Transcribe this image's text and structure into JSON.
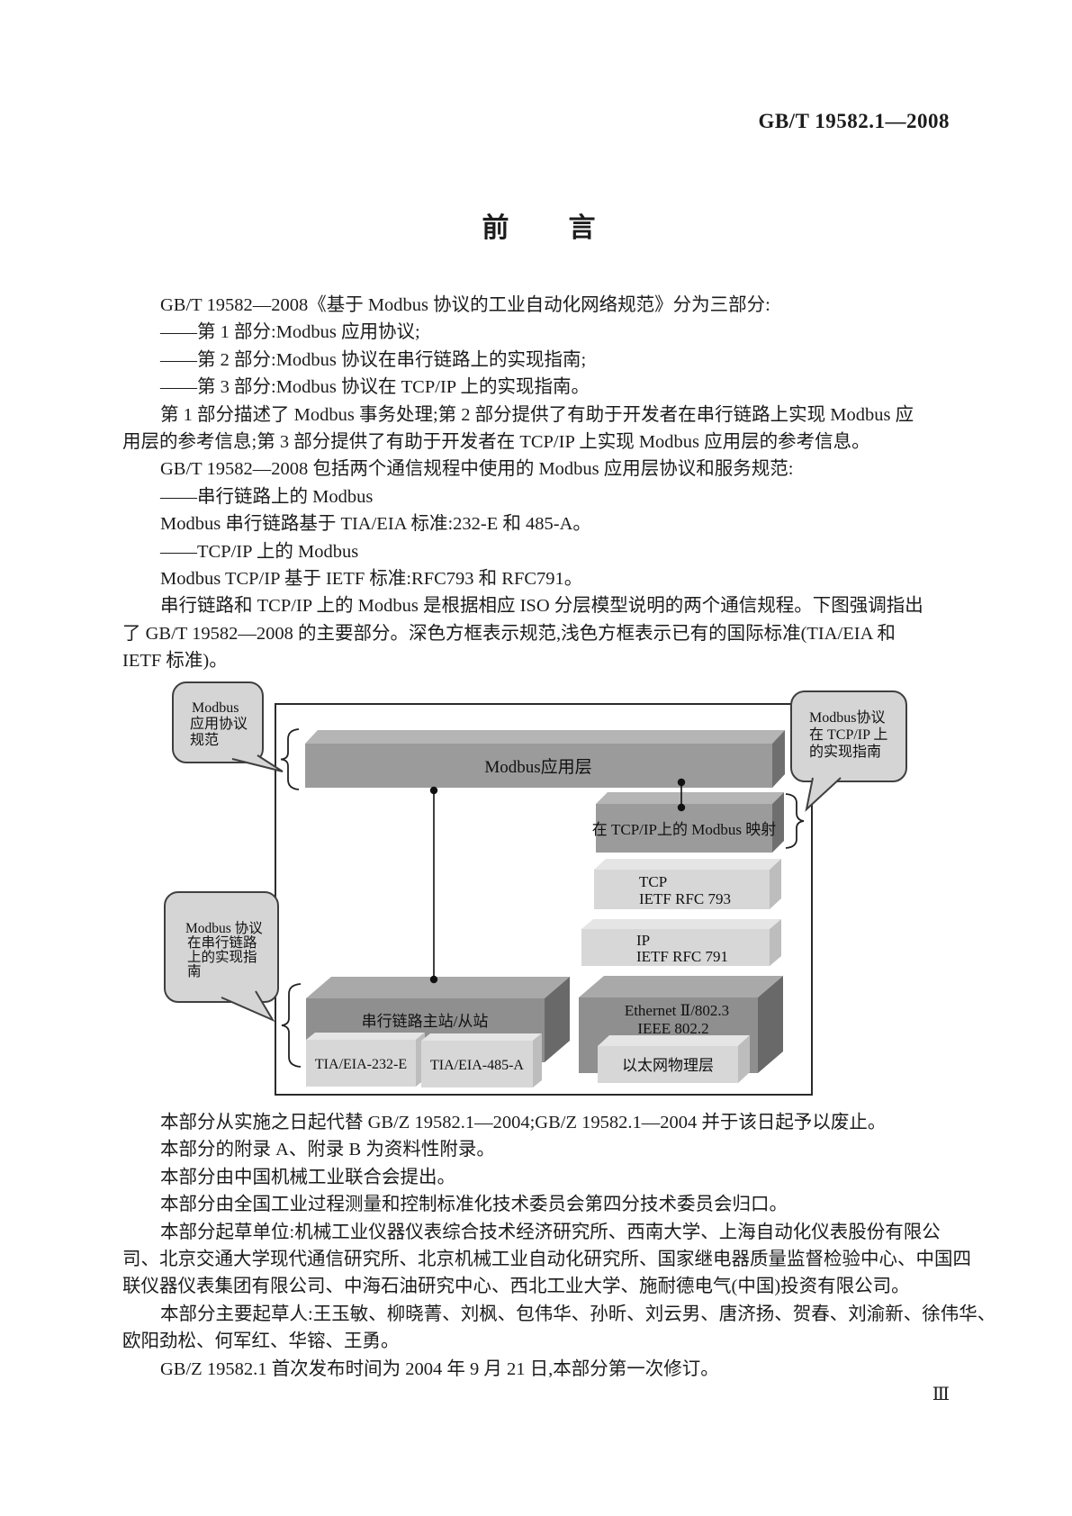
{
  "page": {
    "header": "GB/T 19582.1—2008",
    "title": "前　　言",
    "page_number": "Ⅲ"
  },
  "body": {
    "lines": [
      {
        "text": "GB/T 19582—2008《基于 Modbus 协议的工业自动化网络规范》分为三部分:"
      },
      {
        "text": "——第 1 部分:Modbus 应用协议;"
      },
      {
        "text": "——第 2 部分:Modbus 协议在串行链路上的实现指南;"
      },
      {
        "text": "——第 3 部分:Modbus 协议在 TCP/IP 上的实现指南。"
      },
      {
        "text": "第 1 部分描述了 Modbus 事务处理;第 2 部分提供了有助于开发者在串行链路上实现 Modbus 应"
      },
      {
        "text": "用层的参考信息;第 3 部分提供了有助于开发者在 TCP/IP 上实现 Modbus 应用层的参考信息。"
      },
      {
        "text": "GB/T 19582—2008 包括两个通信规程中使用的 Modbus 应用层协议和服务规范:"
      },
      {
        "text": "——串行链路上的 Modbus"
      },
      {
        "text": "Modbus 串行链路基于 TIA/EIA 标准:232-E 和 485-A。"
      },
      {
        "text": "——TCP/IP 上的 Modbus"
      },
      {
        "text": "Modbus TCP/IP 基于 IETF 标准:RFC793 和 RFC791。"
      },
      {
        "text": "串行链路和 TCP/IP 上的 Modbus 是根据相应 ISO 分层模型说明的两个通信规程。下图强调指出"
      },
      {
        "text": "了 GB/T 19582—2008 的主要部分。深色方框表示规范,浅色方框表示已有的国际标准(TIA/EIA 和"
      },
      {
        "text": "IETF 标准)。"
      },
      {
        "text": "本部分从实施之日起代替 GB/Z 19582.1—2004;GB/Z 19582.1—2004 并于该日起予以废止。"
      },
      {
        "text": "本部分的附录 A、附录 B 为资料性附录。"
      },
      {
        "text": "本部分由中国机械工业联合会提出。"
      },
      {
        "text": "本部分由全国工业过程测量和控制标准化技术委员会第四分技术委员会归口。"
      },
      {
        "text": "本部分起草单位:机械工业仪器仪表综合技术经济研究所、西南大学、上海自动化仪表股份有限公"
      },
      {
        "text": "司、北京交通大学现代通信研究所、北京机械工业自动化研究所、国家继电器质量监督检验中心、中国四"
      },
      {
        "text": "联仪器仪表集团有限公司、中海石油研究中心、西北工业大学、施耐德电气(中国)投资有限公司。"
      },
      {
        "text": "本部分主要起草人:王玉敏、柳晓菁、刘枫、包伟华、孙昕、刘云男、唐济扬、贺春、刘渝新、徐伟华、"
      },
      {
        "text": "欧阳劲松、何军红、华镕、王勇。"
      },
      {
        "text": "GB/Z 19582.1 首次发布时间为 2004 年 9 月 21 日,本部分第一次修订。"
      }
    ]
  },
  "diagram": {
    "callouts": {
      "top_left": {
        "lines": [
          "Modbus",
          "应用协议",
          "规范"
        ]
      },
      "top_right": {
        "lines": [
          "Modbus协议",
          "在 TCP/IP 上",
          "的实现指南"
        ]
      },
      "left": {
        "lines": [
          "Modbus 协议",
          "在串行链路",
          "上的实现指",
          "南"
        ]
      }
    },
    "boxes": {
      "app_layer": "Modbus应用层",
      "tcp_mapping": "在 TCP/IP上的 Modbus 映射",
      "tcp_line1": "TCP",
      "tcp_line2": "IETF RFC 793",
      "ip_line1": "IP",
      "ip_line2": "IETF RFC 791",
      "ethernet_line1": "Ethernet Ⅱ/802.3",
      "ethernet_line2": "IEEE 802.2",
      "ethernet_phy": "以太网物理层",
      "serial": "串行链路主站/从站",
      "tia232": "TIA/EIA-232-E",
      "tia485": "TIA/EIA-485-A"
    },
    "colors": {
      "spec_box_front": "#9b9b9b",
      "spec_box_top": "#b5b5b5",
      "spec_box_side": "#6f6f6f",
      "lower_spec_box_front": "#8f8f8f",
      "standard_box_front": "#d7d7d7",
      "standard_box_top": "#e5e5e5",
      "standard_box_side": "#bdbdbd",
      "bubble_fill": "#d5d5d5",
      "bubble_border": "#3f3f3f",
      "frame_border": "#2b2b2b",
      "text": "#111111"
    }
  }
}
